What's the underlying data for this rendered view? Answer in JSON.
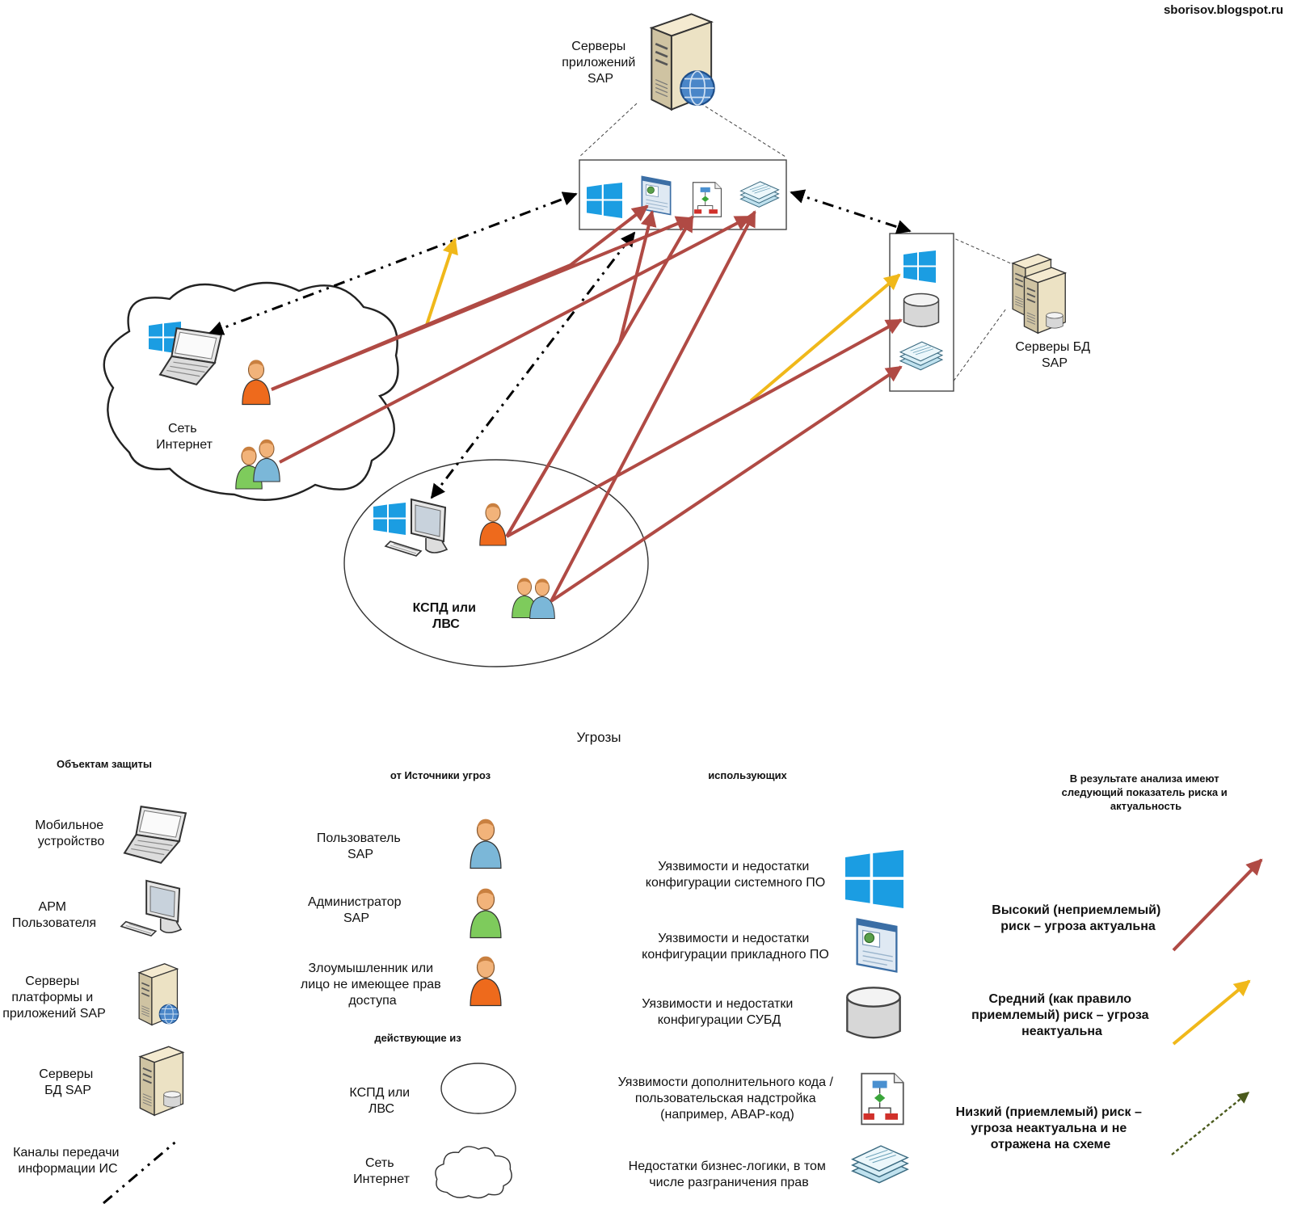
{
  "site": "sborisov.blogspot.ru",
  "diagram": {
    "app_servers": [
      "Серверы",
      "приложений",
      "SAP"
    ],
    "db_servers": [
      "Серверы БД",
      "SAP"
    ],
    "internet": [
      "Сеть",
      "Интернет"
    ],
    "lan": [
      "КСПД или",
      "ЛВС"
    ]
  },
  "legend": {
    "title": "Угрозы",
    "objects": {
      "header": "Объектам защиты",
      "mobile": [
        "Мобильное",
        "устройство"
      ],
      "workstation": [
        "АРМ",
        "Пользователя"
      ],
      "app_servers": [
        "Серверы",
        "платформы и",
        "приложений SAP"
      ],
      "db_servers": [
        "Серверы",
        "БД SAP"
      ],
      "channels": [
        "Каналы передачи",
        "информации ИС"
      ]
    },
    "sources": {
      "header": "от Источники угроз",
      "user": [
        "Пользователь",
        "SAP"
      ],
      "admin": [
        "Администратор",
        "SAP"
      ],
      "intruder": [
        "Злоумышленник или",
        "лицо не имеющее прав",
        "доступа"
      ],
      "acting_header": "действующие из",
      "lan": [
        "КСПД или",
        "ЛВС"
      ],
      "internet": [
        "Сеть",
        "Интернет"
      ]
    },
    "using": {
      "header": "использующих",
      "sys": [
        "Уязвимости и недостатки",
        "конфигурации системного ПО"
      ],
      "app": [
        "Уязвимости и недостатки",
        "конфигурации прикладного ПО"
      ],
      "dbms": [
        "Уязвимости и недостатки",
        "конфигурации СУБД"
      ],
      "code": [
        "Уязвимости дополнительного кода /",
        "пользовательская надстройка",
        "(например, ABAP-код)"
      ],
      "logic": [
        "Недостатки бизнес-логики, в том",
        "числе разграничения прав"
      ]
    },
    "risk": {
      "header": [
        "В результате анализа имеют",
        "следующий показатель риска и",
        "актуальность"
      ],
      "high": [
        "Высокий (неприемлемый)",
        "риск – угроза актуальна"
      ],
      "medium": [
        "Средний (как правило",
        "приемлемый) риск – угроза",
        "неактуальна"
      ],
      "low": [
        "Низкий (приемлемый) риск –",
        "угроза неактуальна и не",
        "отражена на схеме"
      ]
    }
  },
  "colors": {
    "high": "#b04a44",
    "medium": "#f0b81a",
    "low": "#4a5a1c",
    "windows": "#1b9de2"
  }
}
